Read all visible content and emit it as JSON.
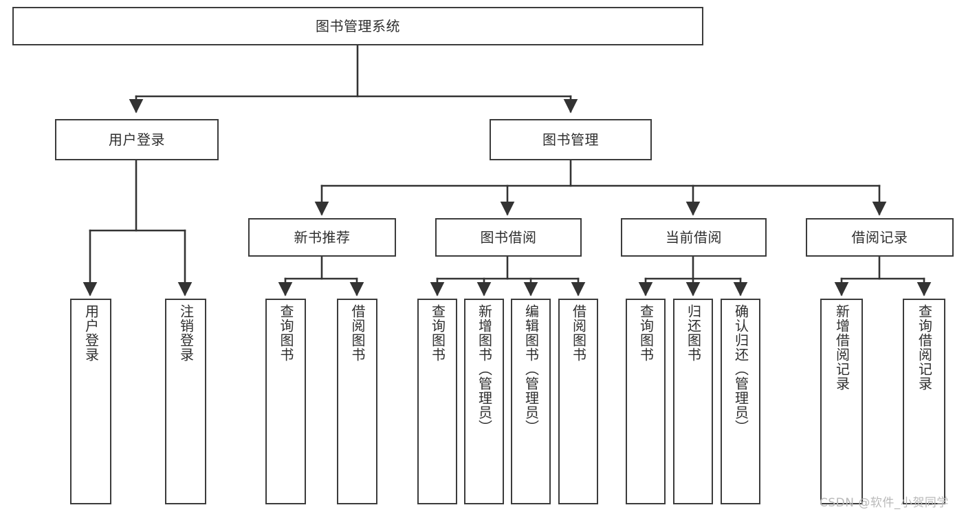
{
  "diagram": {
    "title": "图书管理系统",
    "type": "tree-hierarchy-diagram",
    "colors": {
      "background": "#ffffff",
      "border": "#3b3b3b",
      "text": "#2e2e2e",
      "connector": "#333333",
      "watermark": "#b9b9b9"
    },
    "root": {
      "label": "图书管理系统"
    },
    "level2": [
      {
        "label": "用户登录"
      },
      {
        "label": "图书管理"
      }
    ],
    "level3": [
      {
        "label": "新书推荐"
      },
      {
        "label": "图书借阅"
      },
      {
        "label": "当前借阅"
      },
      {
        "label": "借阅记录"
      }
    ],
    "leaves": {
      "user_login": [
        {
          "label": "用户登录"
        },
        {
          "label": "注销登录"
        }
      ],
      "new_book": [
        {
          "label": "查询图书"
        },
        {
          "label": "借阅图书"
        }
      ],
      "book_borrow": [
        {
          "label": "查询图书"
        },
        {
          "label": "新增图书（管理员）"
        },
        {
          "label": "编辑图书（管理员）"
        },
        {
          "label": "借阅图书"
        }
      ],
      "current_borrow": [
        {
          "label": "查询图书"
        },
        {
          "label": "归还图书"
        },
        {
          "label": "确认归还（管理员）"
        }
      ],
      "borrow_record": [
        {
          "label": "新增借阅记录"
        },
        {
          "label": "查询借阅记录"
        }
      ]
    }
  },
  "watermark": {
    "text": "CSDN @软件_小贺同学"
  }
}
